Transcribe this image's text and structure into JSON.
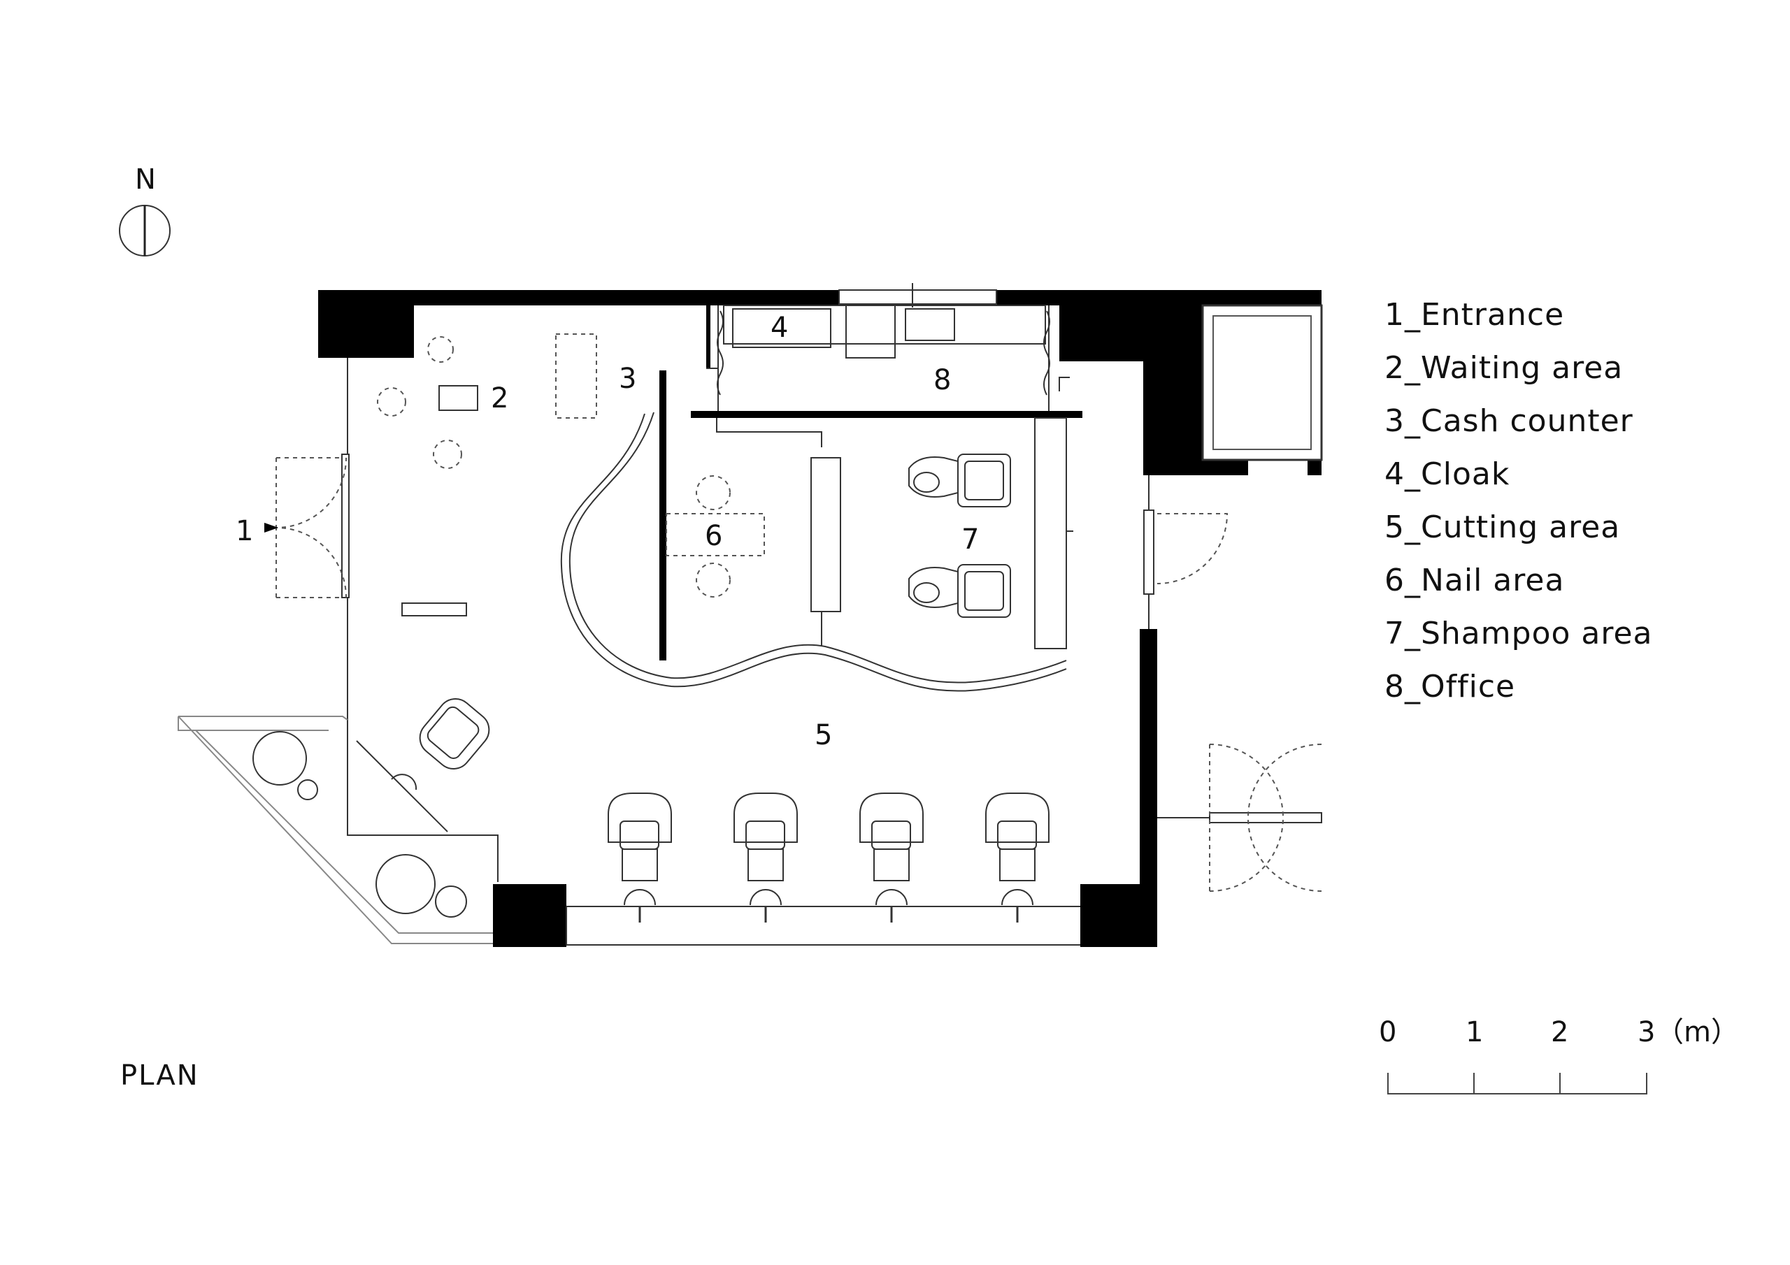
{
  "north_label": "N",
  "plan_label": "PLAN",
  "room_numbers": {
    "entrance": "1",
    "waiting": "2",
    "cash": "3",
    "cloak": "4",
    "cutting": "5",
    "nail": "6",
    "shampoo": "7",
    "office": "8"
  },
  "legend": [
    "1_Entrance",
    "2_Waiting area",
    "3_Cash counter",
    "4_Cloak",
    "5_Cutting area",
    "6_Nail area",
    "7_Shampoo area",
    "8_Office"
  ],
  "scale_bar": {
    "ticks": [
      "0",
      "1",
      "2",
      "3"
    ],
    "unit": "（m）"
  }
}
